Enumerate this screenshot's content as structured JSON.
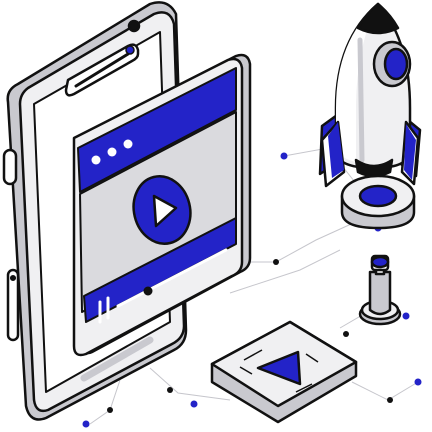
{
  "colors": {
    "accent": "#2323c8",
    "outline": "#111111",
    "light_gray": "#f0f0f2",
    "mid_gray": "#c9c9cf",
    "screen_gray": "#dadade",
    "white": "#ffffff"
  },
  "icons": [
    "smartphone-illustration",
    "video-player-window-illustration",
    "play-icon",
    "pause-icon",
    "window-control-dots-icon",
    "rocket-illustration",
    "launch-pad-illustration",
    "joystick-illustration",
    "play-button-tile-illustration",
    "circuit-connector-dots"
  ],
  "player": {
    "progress_fraction": 0.28
  }
}
